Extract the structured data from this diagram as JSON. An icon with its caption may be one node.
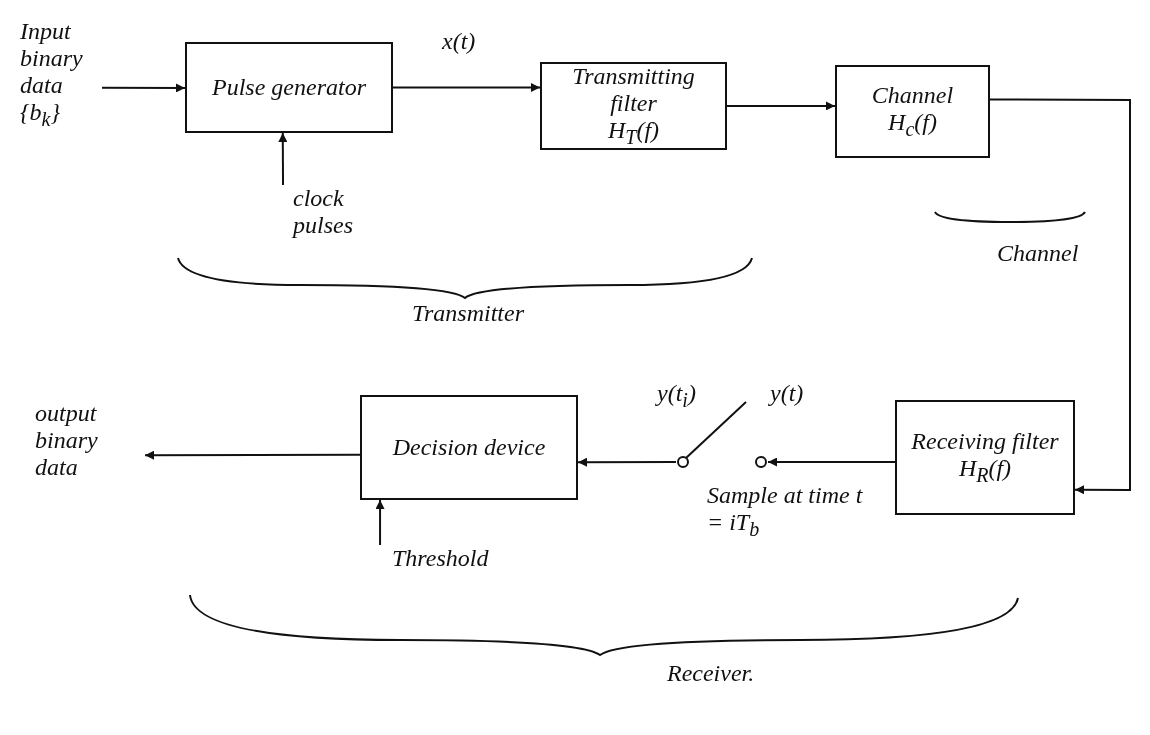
{
  "diagram": {
    "nodes": [
      {
        "text": [
          "Input binary data {b$_{k}$}"
        ]
      },
      {
        "text": [
          "Pulse generator"
        ]
      },
      {
        "text": [
          "Transmitting filter",
          "H$_{T}$(f)"
        ]
      },
      {
        "text": [
          "Channel",
          "H$_{c}$(f)"
        ]
      },
      {
        "text": [
          "clock pulses"
        ]
      },
      {
        "text": [
          "Receiving filter",
          "H$_{R}$(f)"
        ]
      },
      {
        "text": [],
        "shape": "switch",
        "beside": [
          "Sample at time t = iT$_{b}$"
        ]
      },
      {
        "text": [
          "Decision device"
        ]
      },
      {
        "text": [
          "Threshold"
        ]
      },
      {
        "text": [
          "output binary data"
        ]
      }
    ],
    "edges": [
      {
        "from": 0,
        "to": 1,
        "arrow": "to"
      },
      {
        "from": 1,
        "to": 2,
        "arrow": "to",
        "label": "x(t)"
      },
      {
        "from": 2,
        "to": 3,
        "arrow": "to"
      },
      {
        "from": 3,
        "to": 5,
        "arrow": "to"
      },
      {
        "from": 4,
        "to": 1,
        "arrow": "to"
      },
      {
        "from": 5,
        "to": 6,
        "arrow": "to",
        "label": "y(t)"
      },
      {
        "from": 6,
        "to": 7,
        "arrow": "to",
        "label": "y(t$_{i}$)"
      },
      {
        "from": 8,
        "to": 7,
        "arrow": "to"
      },
      {
        "from": 7,
        "to": 9,
        "arrow": "to"
      }
    ],
    "labels": [
      "Channel",
      "Transmitter",
      "Receiver."
    ]
  }
}
